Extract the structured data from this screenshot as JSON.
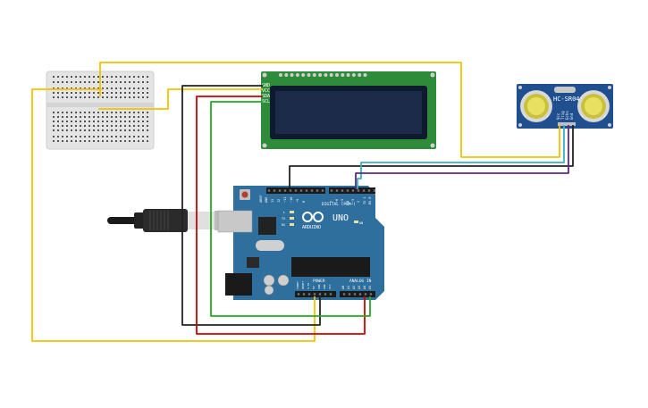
{
  "lcd": {
    "pins": [
      "GND",
      "VCC",
      "SDA",
      "SCL"
    ]
  },
  "sensor": {
    "label": "HC-SR04",
    "pins": [
      "Vcc",
      "Trig",
      "Echo",
      "Gnd"
    ]
  },
  "arduino": {
    "model": "UNO",
    "brand": "ARDUINO",
    "digital_label": "DIGITAL (PWM~)",
    "power_label": "POWER",
    "analog_label": "ANALOG IN",
    "aref": "AREF",
    "gnd": "GND",
    "digital_pins": [
      "13",
      "12",
      "~11",
      "~10",
      "~9",
      "8",
      "7",
      "~6",
      "~5",
      "4",
      "~3",
      "2",
      "TX 1",
      "RX 0"
    ],
    "power_pins": [
      "IOREF",
      "RESET",
      "3.3V",
      "5V",
      "GND",
      "GND",
      "Vin"
    ],
    "analog_pins": [
      "A0",
      "A1",
      "A2",
      "A3",
      "A4",
      "A5"
    ],
    "led_labels": [
      "L",
      "TX",
      "RX"
    ],
    "on_label": "ON"
  },
  "colors": {
    "wire_yellow": "#f2c200",
    "wire_black": "#222222",
    "wire_red": "#d00000",
    "wire_green": "#22aa22",
    "wire_teal": "#3ab0c0",
    "wire_purple": "#5a2a8a",
    "board_blue": "#2f6f9e",
    "lcd_green": "#2e8b3a",
    "lcd_screen": "#1c2b4a",
    "sensor_blue": "#1f4f8f"
  }
}
